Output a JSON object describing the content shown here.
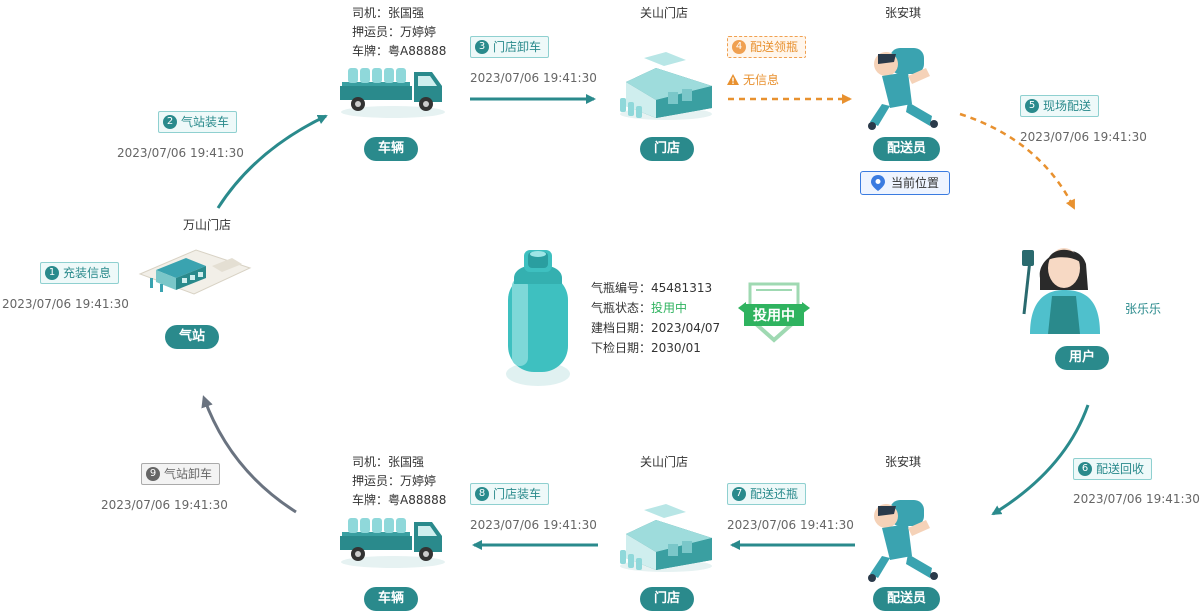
{
  "top_truck": {
    "driver": "司机：张国强",
    "escort": "押运员：万婷婷",
    "plate": "车牌：粤A88888",
    "pill": "车辆"
  },
  "bottom_truck": {
    "driver": "司机：张国强",
    "escort": "押运员：万婷婷",
    "plate": "车牌：粤A88888",
    "pill": "车辆"
  },
  "top_store": {
    "title": "关山门店",
    "pill": "门店"
  },
  "bottom_store": {
    "title": "关山门店",
    "pill": "门店"
  },
  "top_courier": {
    "title": "张安琪",
    "pill": "配送员",
    "location_label": "当前位置"
  },
  "bottom_courier": {
    "title": "张安琪",
    "pill": "配送员"
  },
  "station": {
    "title": "万山门店",
    "pill": "气站"
  },
  "user": {
    "name": "张乐乐",
    "pill": "用户"
  },
  "steps": [
    {
      "num": "1",
      "label": "充装信息",
      "time": "2023/07/06 19:41:30"
    },
    {
      "num": "2",
      "label": "气站装车",
      "time": "2023/07/06 19:41:30"
    },
    {
      "num": "3",
      "label": "门店卸车",
      "time": "2023/07/06 19:41:30"
    },
    {
      "num": "4",
      "label": "配送领瓶",
      "warning": "无信息"
    },
    {
      "num": "5",
      "label": "现场配送",
      "time": "2023/07/06 19:41:30"
    },
    {
      "num": "6",
      "label": "配送回收",
      "time": "2023/07/06 19:41:30"
    },
    {
      "num": "7",
      "label": "配送还瓶",
      "time": "2023/07/06 19:41:30"
    },
    {
      "num": "8",
      "label": "门店装车",
      "time": "2023/07/06 19:41:30"
    },
    {
      "num": "9",
      "label": "气站卸车",
      "time": "2023/07/06 19:41:30"
    }
  ],
  "cylinder": {
    "number_label": "气瓶编号：",
    "number": "45481313",
    "status_label": "气瓶状态：",
    "status": "投用中",
    "created_label": "建档日期：",
    "created": "2023/04/07",
    "inspect_label": "下检日期：",
    "inspect": "2030/01",
    "badge": "投用中"
  },
  "colors": {
    "teal": "#2a8a8c",
    "orange": "#e8912f",
    "green": "#2fb35f",
    "gray": "#6a7380",
    "blue": "#3a7be0"
  }
}
